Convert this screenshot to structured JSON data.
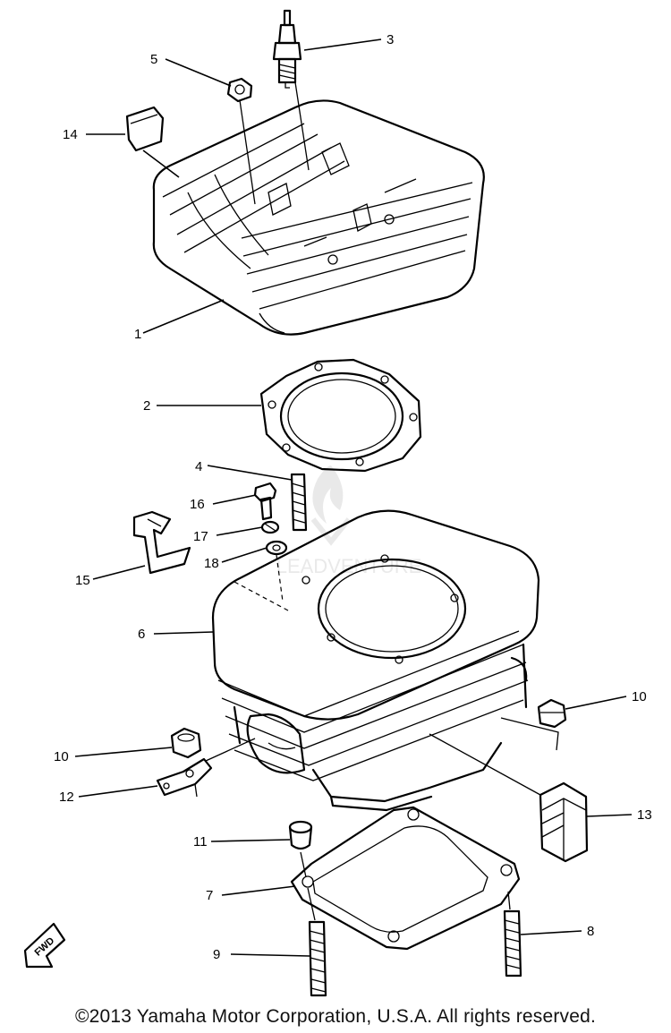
{
  "callouts": {
    "c1": "1",
    "c2": "2",
    "c3": "3",
    "c4": "4",
    "c5": "5",
    "c6": "6",
    "c7": "7",
    "c8": "8",
    "c9": "9",
    "c10a": "10",
    "c10b": "10",
    "c11": "11",
    "c12": "12",
    "c13": "13",
    "c14": "14",
    "c15": "15",
    "c16": "16",
    "c17": "17",
    "c18": "18"
  },
  "front_marker": "FWD",
  "watermark": "LEADVENTURE",
  "copyright": "©2013 Yamaha Motor Corporation, U.S.A. All rights reserved."
}
